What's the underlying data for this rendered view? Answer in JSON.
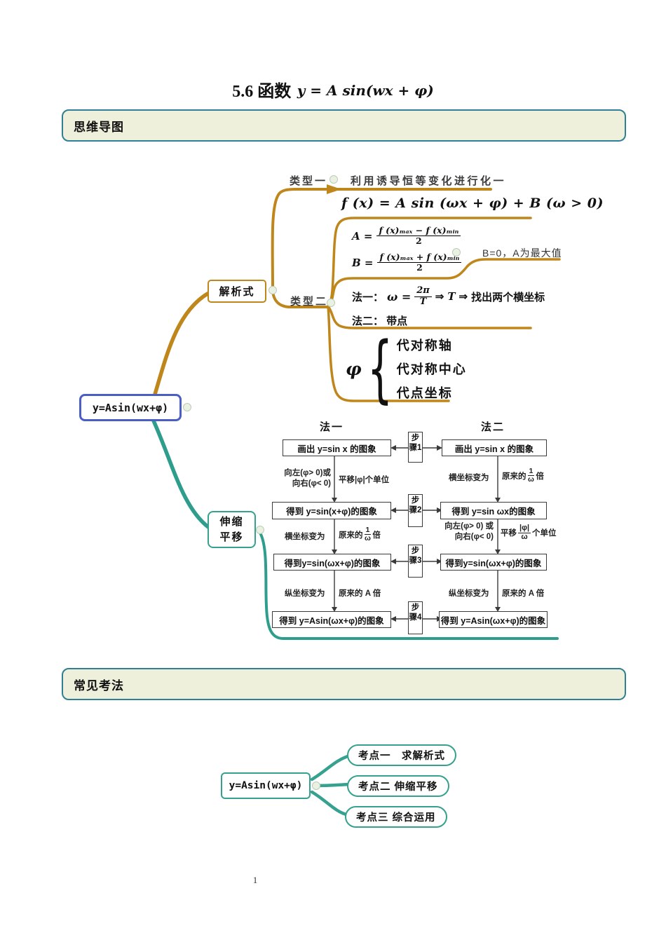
{
  "page": {
    "title": "5.6 函数",
    "title_formula": "y = A sin(wx + φ)",
    "page_number": "1"
  },
  "sections": {
    "mindmap": "思维导图",
    "exam": "常见考法"
  },
  "colors": {
    "gold_branch": "#BF861B",
    "teal_branch": "#2E9D8C",
    "root_blue": "#4A5EC5",
    "section_border": "#2F7F95",
    "section_bg": "#EEF0DC"
  },
  "m1": {
    "root": "y=Asin(wx+φ)",
    "jiexishi": "解析式",
    "type1": "类型一",
    "type1_note": "利用诱导恒等变化进行化一",
    "type2": "类型二",
    "fx": "f (x) = A sin (ωx + φ) + B (ω > 0)",
    "A_lhs": "A =",
    "A_num": "f (x)ₘₐₓ − f (x)ₘᵢₙ",
    "A_den": "2",
    "B_lhs": "B =",
    "B_num": "f (x)ₘₐₓ + f (x)ₘᵢₙ",
    "B_den": "2",
    "b_note": "B=0，A为最大值",
    "fa1_label": "法一：",
    "fa1_omega": "ω =",
    "fa1_num": "2π",
    "fa1_den": "T",
    "fa1_a1": "⇒",
    "fa1_T": "T",
    "fa1_a2": "⇒",
    "fa1_rest": "找出两个横坐标",
    "fa2": "法二： 带点",
    "phi": "φ",
    "phi_brace": "{",
    "phi_items": [
      "代对称轴",
      "代对称中心",
      "代点坐标"
    ],
    "shensuo": [
      "伸缩",
      "平移"
    ]
  },
  "fc": {
    "col1": "法一",
    "col2": "法二",
    "steps": [
      "步骤1",
      "步骤2",
      "步骤3",
      "步骤4"
    ],
    "left": [
      "画出 y=sin x 的图象",
      "得到 y=sin(x+φ)的图象",
      "得到y=sin(ωx+φ)的图象",
      "得到 y=Asin(ωx+φ)的图象"
    ],
    "right": [
      "画出 y=sin x 的图象",
      "得到 y=sin ωx的图象",
      "得到y=sin(ωx+φ)的图象",
      "得到 y=Asin(ωx+φ)的图象"
    ],
    "shift_l1": "向左(φ> 0)或",
    "shift_l2": "向右(φ< 0)",
    "shift_r1": "向左(φ> 0) 或",
    "shift_r2": "向右(φ< 0)",
    "pan_phi": "平移|φ|个单位",
    "h_change": "横坐标变为",
    "v_change": "纵坐标变为",
    "orig_pre": "原来的",
    "orig_suf": "倍",
    "one": "1",
    "omega": "ω",
    "orig_A": "原来的 A 倍",
    "pan_pre": "平移",
    "phi_abs": "|φ|",
    "pan_suf": "个单位"
  },
  "m2": {
    "root": "y=Asin(wx+φ)",
    "items": [
      "考点一　求解析式",
      "考点二  伸缩平移",
      "考点三  综合运用"
    ]
  }
}
